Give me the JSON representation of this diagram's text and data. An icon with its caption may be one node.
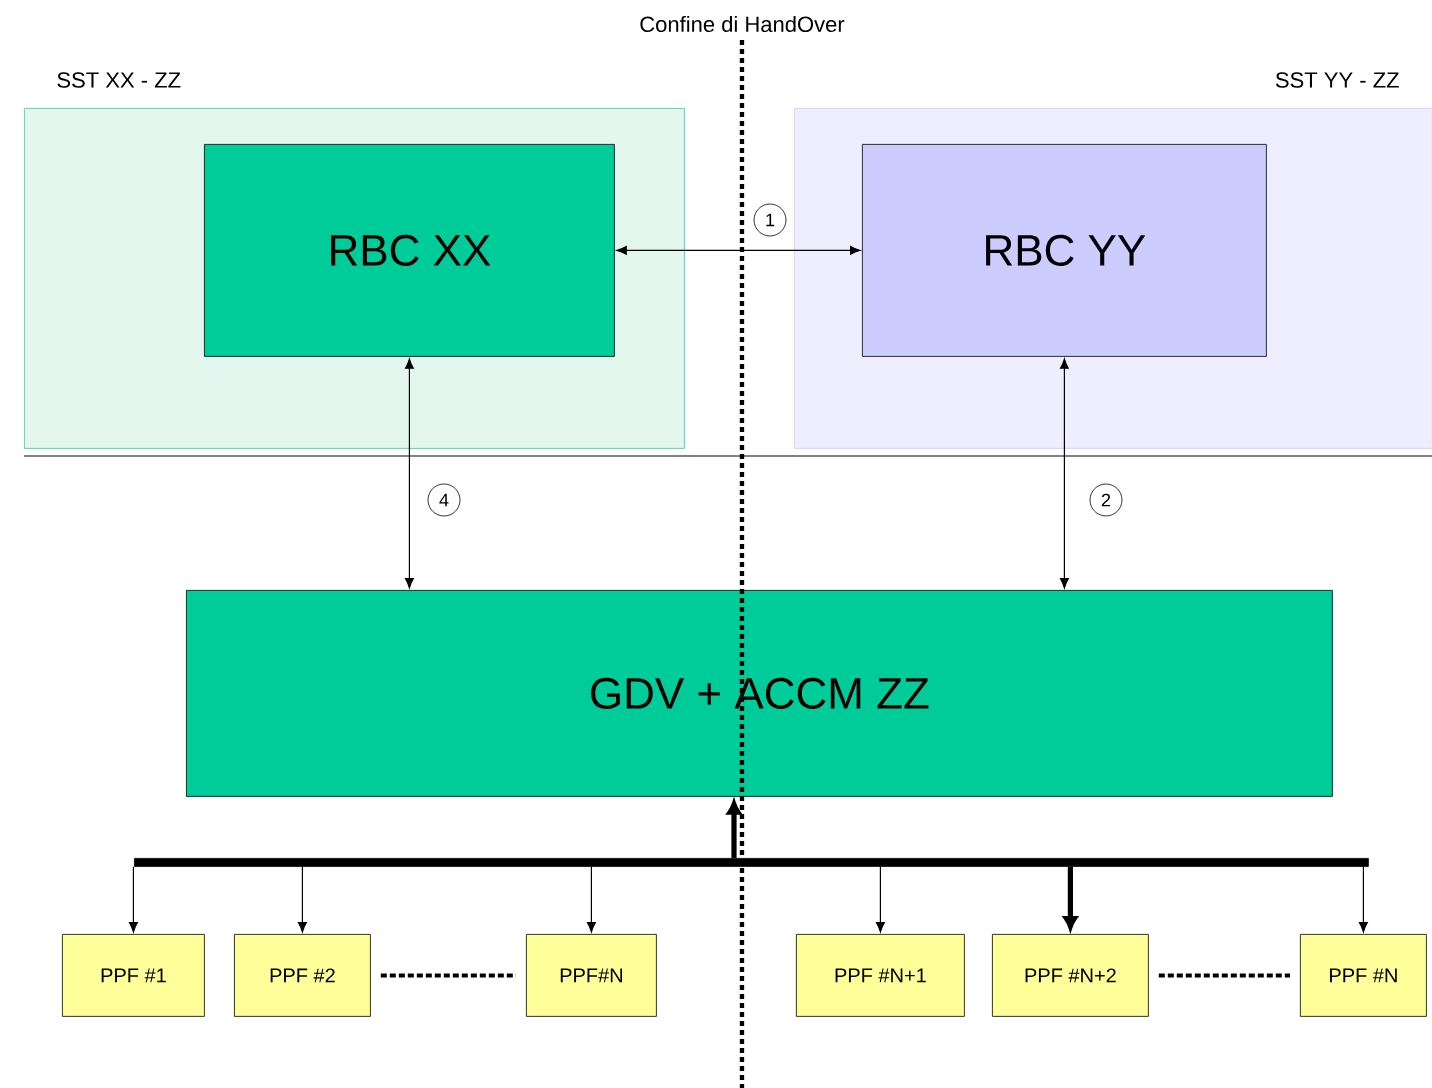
{
  "diagram": {
    "nodes": [
      {
        "text": [
          "SST XX - ZZ"
        ]
      },
      {
        "text": [
          "SST YY - ZZ"
        ]
      },
      {
        "text": [
          "RBC XX"
        ],
        "in": 0
      },
      {
        "text": [
          "RBC YY"
        ],
        "in": 1
      },
      {
        "text": [
          "GDV + ACCM ZZ"
        ]
      },
      {
        "text": [
          "PPF #1"
        ]
      },
      {
        "text": [
          "PPF #2"
        ]
      },
      {
        "text": [
          "PPF#N"
        ]
      },
      {
        "text": [
          "PPF #N+1"
        ]
      },
      {
        "text": [
          "PPF #N+2"
        ]
      },
      {
        "text": [
          "PPF #N"
        ]
      },
      {
        "text": [],
        "shape": "bar"
      }
    ],
    "edges": [
      {
        "from": 2,
        "to": 3,
        "arrow": "both",
        "label": "1"
      },
      {
        "from": 3,
        "to": 4,
        "arrow": "both",
        "label": "2"
      },
      {
        "from": 2,
        "to": 4,
        "arrow": "both",
        "label": "4"
      },
      {
        "from": 11,
        "to": 4,
        "arrow": "to",
        "style": "thick"
      },
      {
        "from": 11,
        "to": 5,
        "arrow": "to"
      },
      {
        "from": 11,
        "to": 6,
        "arrow": "to"
      },
      {
        "from": 11,
        "to": 7,
        "arrow": "to"
      },
      {
        "from": 11,
        "to": 8,
        "arrow": "to"
      },
      {
        "from": 11,
        "to": 9,
        "arrow": "to",
        "style": "thick"
      },
      {
        "from": 11,
        "to": 10,
        "arrow": "to"
      },
      {
        "from": 6,
        "to": 7,
        "arrow": "none",
        "style": "dashed"
      },
      {
        "from": 9,
        "to": 10,
        "arrow": "none",
        "style": "dashed"
      }
    ],
    "labels": [
      "Confine di HandOver"
    ]
  }
}
